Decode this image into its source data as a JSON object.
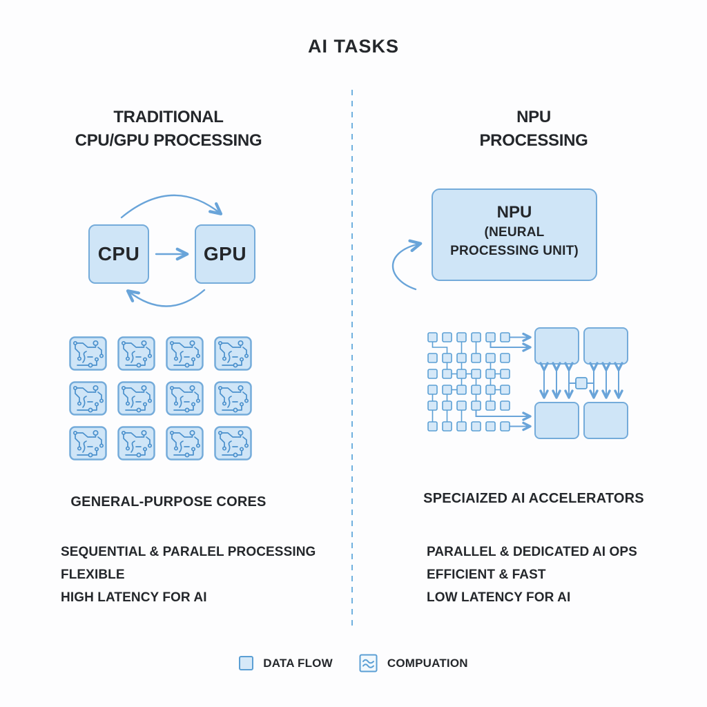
{
  "title": "AI TASKS",
  "left": {
    "heading": [
      "TRADITIONAL",
      "CPU/GPU PROCESSING"
    ],
    "cpu_label": "CPU",
    "gpu_label": "GPU",
    "caption": "GENERAL-PURPOSE CORES",
    "bullets": [
      "SEQUENTIAL & PARALEL PROCESSING",
      "FLEXIBLE",
      "HIGH LATENCY FOR AI"
    ]
  },
  "right": {
    "heading": [
      "NPU",
      "PROCESSING"
    ],
    "npu_box": [
      "NPU",
      "(NEURAL",
      "PROCESSING UNIT)"
    ],
    "caption": "SPECIAIZED AI ACCELERATORS",
    "bullets": [
      "PARALLEL & DEDICATED AI OPS",
      "EFFICIENT & FAST",
      "LOW LATENCY FOR AI"
    ]
  },
  "legend": {
    "items": [
      {
        "icon": "data-flow-square-icon",
        "label": "DATA FLOW"
      },
      {
        "icon": "computation-waves-icon",
        "label": "COMPUATION"
      }
    ]
  },
  "colors": {
    "box_fill": "#cfe5f7",
    "box_border": "#74abda",
    "line_blue": "#5b9fd4",
    "arrow_blue": "#69a4d9",
    "divider_blue": "#6fb0df",
    "text": "#24272b",
    "background": "#fdfdfe"
  }
}
